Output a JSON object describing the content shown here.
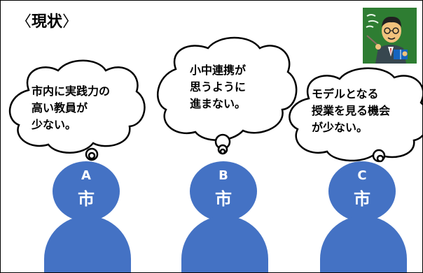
{
  "slide": {
    "title": "現状",
    "bracket_open": "〈",
    "bracket_close": "〉"
  },
  "bubbles": [
    {
      "lines": [
        "市内に実践力の",
        "高い教員が",
        "少ない。"
      ]
    },
    {
      "lines": [
        "小中連携が",
        "思うように",
        "進まない。"
      ]
    },
    {
      "lines": [
        "モデルとなる",
        "授業を見る機会",
        "が少ない。"
      ]
    }
  ],
  "people": [
    {
      "letter": "A",
      "city": "市"
    },
    {
      "letter": "B",
      "city": "市"
    },
    {
      "letter": "C",
      "city": "市"
    }
  ],
  "colors": {
    "person_fill": "#4472c4",
    "bubble_stroke": "#000000",
    "chalkboard": "#2e7d32"
  },
  "icons": {
    "teacher": "teacher-lecturing-icon"
  }
}
